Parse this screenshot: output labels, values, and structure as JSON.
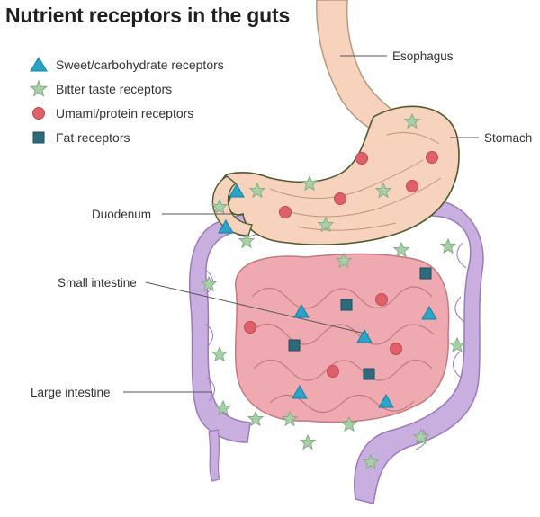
{
  "title": "Nutrient receptors in the guts",
  "legend": [
    {
      "label": "Sweet/carbohydrate receptors",
      "icon": "triangle-icon",
      "color": "#2aa4c8"
    },
    {
      "label": "Bitter taste receptors",
      "icon": "star-icon",
      "color": "#a9cfa9"
    },
    {
      "label": "Umami/protein receptors",
      "icon": "circle-icon",
      "color": "#e0606a"
    },
    {
      "label": "Fat receptors",
      "icon": "square-icon",
      "color": "#2c6a7c"
    }
  ],
  "labels": {
    "esophagus": "Esophagus",
    "stomach": "Stomach",
    "duodenum": "Duodenum",
    "small_intestine": "Small intestine",
    "large_intestine": "Large intestine"
  },
  "colors": {
    "organ_fill": "#f7d3bd",
    "small_intestine_fill": "#eeaab0",
    "large_intestine_fill": "#c9aee0"
  }
}
